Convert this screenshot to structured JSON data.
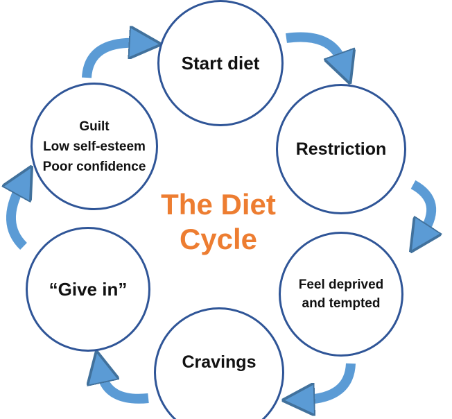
{
  "diagram": {
    "title_lines": [
      "The Diet",
      "Cycle"
    ],
    "colors": {
      "title": "#ed7d31",
      "node_border": "#2f5597",
      "arrow": "#5b9bd5",
      "arrow_outline": "#41719c",
      "node_text": "#111111"
    },
    "nodes": [
      {
        "id": "start-diet",
        "lines": [
          "Start diet"
        ]
      },
      {
        "id": "restriction",
        "lines": [
          "Restriction"
        ]
      },
      {
        "id": "feel-deprived",
        "lines": [
          "Feel deprived",
          "and tempted"
        ]
      },
      {
        "id": "cravings",
        "lines": [
          "Cravings"
        ]
      },
      {
        "id": "give-in",
        "lines": [
          "“Give in”"
        ]
      },
      {
        "id": "guilt",
        "lines": [
          "Guilt",
          "Low self-esteem",
          "Poor confidence"
        ]
      }
    ],
    "arrow_icon": "curved-arrow-icon",
    "flow": "clockwise"
  }
}
